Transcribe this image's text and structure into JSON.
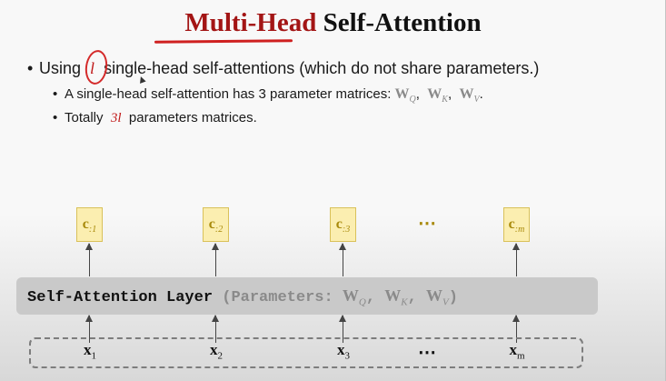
{
  "title": {
    "red": "Multi-Head",
    "black": "Self-Attention"
  },
  "bullet1": {
    "prefix": "Using",
    "var": "l",
    "suffix": "single-head self-attentions (which do not share parameters.)"
  },
  "bullet2": {
    "text": "A single-head self-attention has 3 parameter matrices:",
    "m1": "W",
    "s1": "Q",
    "m2": "W",
    "s2": "K",
    "m3": "W",
    "s3": "V",
    "sep": ",",
    "end": "."
  },
  "bullet3": {
    "prefix": "Totally",
    "var": "3l",
    "suffix": "parameters matrices."
  },
  "outputs": [
    {
      "base": "c",
      "sub": ":1"
    },
    {
      "base": "c",
      "sub": ":2"
    },
    {
      "base": "c",
      "sub": ":3"
    },
    {
      "base": "c",
      "sub": ":m"
    }
  ],
  "outputs_ellipsis": "⋯",
  "layer": {
    "name": "Self-Attention Layer",
    "params_label": "(Parameters:",
    "m1": "W",
    "s1": "Q",
    "m2": "W",
    "s2": "K",
    "m3": "W",
    "s3": "V",
    "sep": ",",
    "close": ")"
  },
  "inputs": [
    {
      "base": "x",
      "sub": "1"
    },
    {
      "base": "x",
      "sub": "2"
    },
    {
      "base": "x",
      "sub": "3"
    },
    {
      "base": "x",
      "sub": "m"
    }
  ],
  "inputs_ellipsis": "⋯",
  "bullet_glyph": "•"
}
